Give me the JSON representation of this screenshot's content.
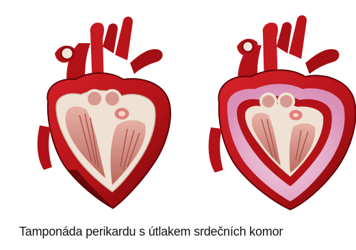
{
  "figure": {
    "caption": "Tamponáda perikardu s útlakem srdečních komor",
    "left_panel": {
      "subject": "normal heart cross-section"
    },
    "right_panel": {
      "subject": "heart with pericardial fluid compressing the ventricles"
    },
    "colors": {
      "myocardium": "#b01217",
      "myocardium_dark": "#6e0709",
      "pericardial_fluid": "#e9b6d2",
      "septum_cream": "#efe2d4",
      "chamber_interior": "#d8978f"
    }
  }
}
